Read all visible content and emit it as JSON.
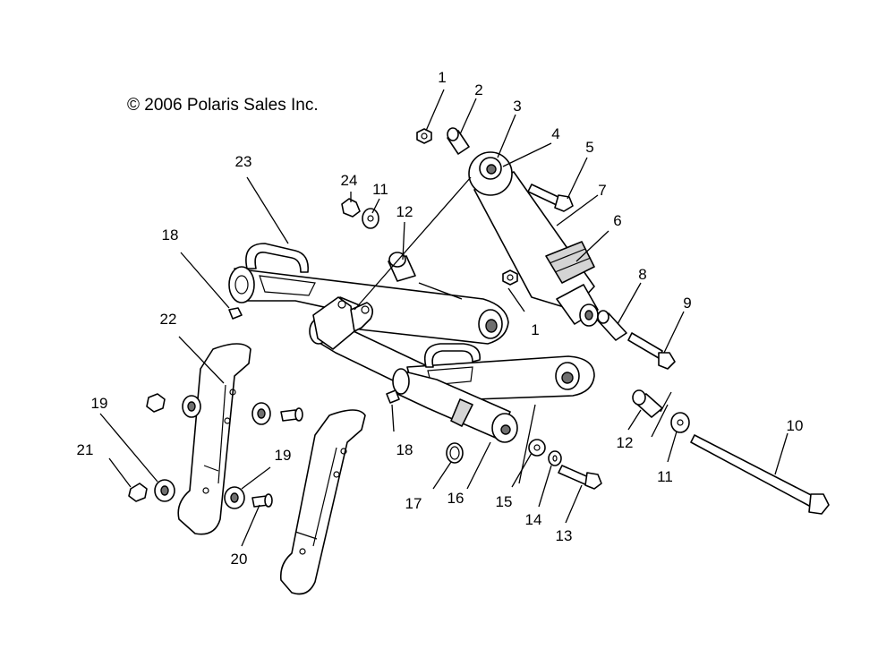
{
  "copyright": "© 2006 Polaris Sales Inc.",
  "callouts": {
    "c1a": "1",
    "c2": "2",
    "c3": "3",
    "c4": "4",
    "c5": "5",
    "c6": "6",
    "c7": "7",
    "c8": "8",
    "c9": "9",
    "c10": "10",
    "c11a": "11",
    "c11b": "11",
    "c12a": "12",
    "c12b": "12",
    "c13": "13",
    "c14": "14",
    "c15": "15",
    "c16": "16",
    "c17": "17",
    "c18a": "18",
    "c18b": "18",
    "c19a": "19",
    "c19b": "19",
    "c20": "20",
    "c21": "21",
    "c22": "22",
    "c23": "23",
    "c24": "24",
    "c1b": "1"
  }
}
